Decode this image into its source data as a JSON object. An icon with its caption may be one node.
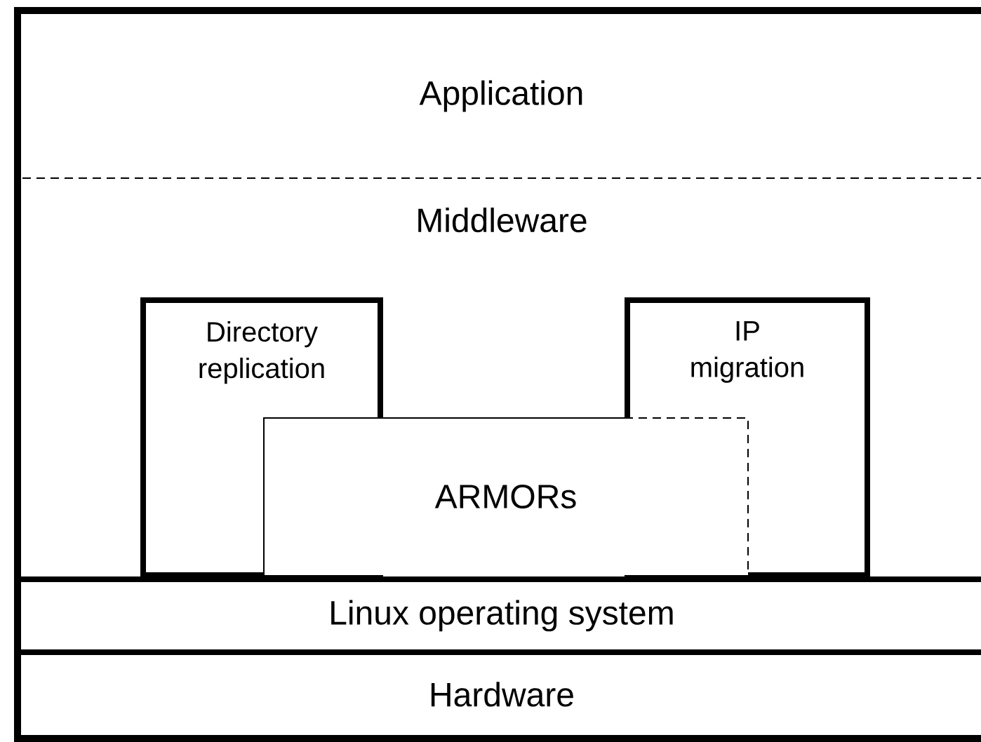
{
  "diagram": {
    "nodes": [
      {
        "text": [
          "Application"
        ]
      },
      {
        "text": [
          "Middleware"
        ]
      },
      {
        "text": [
          "Directory replication"
        ]
      },
      {
        "text": [
          "IP migration"
        ]
      },
      {
        "text": [
          "ARMORs"
        ]
      },
      {
        "text": [
          "Linux operating system"
        ]
      },
      {
        "text": [
          "Hardware"
        ]
      }
    ],
    "edges": []
  }
}
